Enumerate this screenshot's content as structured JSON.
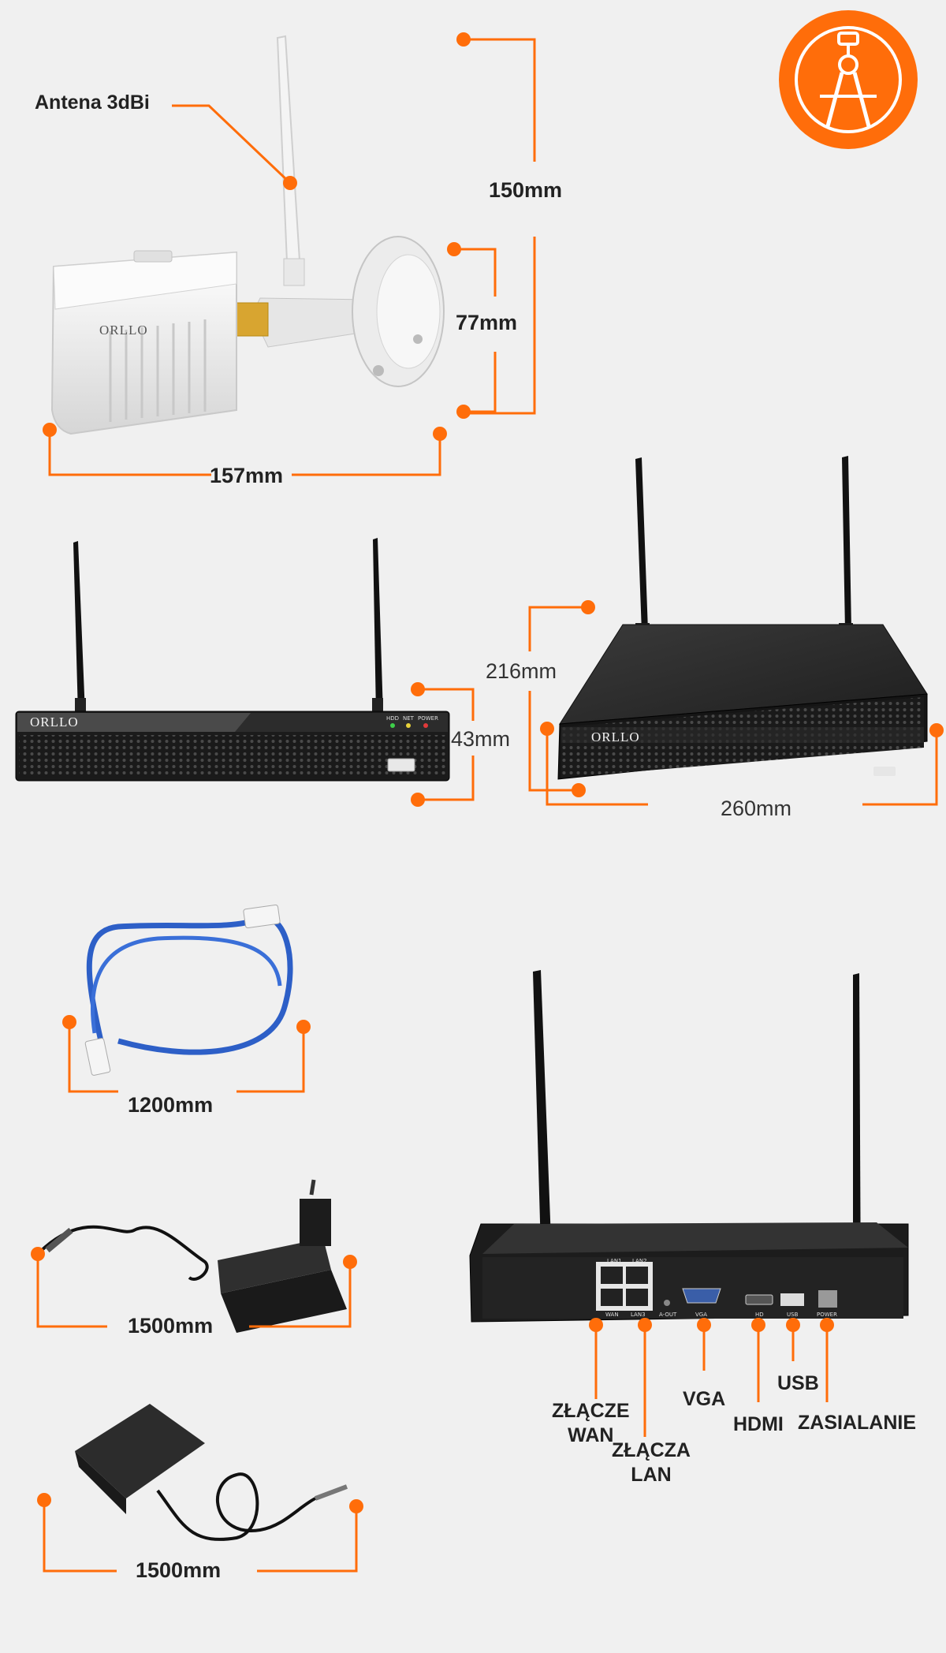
{
  "colors": {
    "accent": "#ff6d0a",
    "background": "#f0f0f0",
    "text": "#222222"
  },
  "badge": {
    "icon": "drafting-compass-icon"
  },
  "camera": {
    "brand": "ORLLO",
    "antenna_label": "Antena 3dBi",
    "height_total": "150mm",
    "height_body": "77mm",
    "length": "157mm"
  },
  "nvr_front": {
    "brand": "ORLLO",
    "height": "43mm",
    "led_labels": [
      "HDD",
      "NET",
      "POWER"
    ]
  },
  "nvr_angle": {
    "brand": "ORLLO",
    "depth": "216mm",
    "width": "260mm"
  },
  "cable": {
    "length": "1200mm"
  },
  "adapter_1": {
    "length": "1500mm"
  },
  "adapter_2": {
    "length": "1500mm"
  },
  "nvr_back": {
    "port_silk": [
      "LAN1",
      "LAN2",
      "WAN",
      "LAN3",
      "A-OUT",
      "VGA",
      "HD",
      "USB",
      "POWER"
    ],
    "ports": {
      "wan": "ZŁĄCZE\nWAN",
      "lan": "ZŁĄCZA\nLAN",
      "vga": "VGA",
      "hdmi": "HDMI",
      "usb": "USB",
      "power": "ZASIALANIE"
    }
  }
}
